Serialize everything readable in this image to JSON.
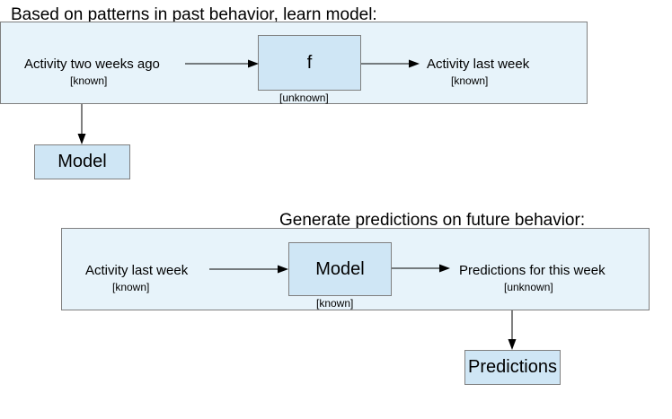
{
  "training": {
    "title": "Based on patterns in past behavior, learn model:",
    "input_label": "Activity two weeks ago",
    "input_tag": "[known]",
    "function_label": "f",
    "function_tag": "[unknown]",
    "output_label": "Activity last week",
    "output_tag": "[known]",
    "result_label": "Model"
  },
  "prediction": {
    "title": "Generate predictions on future behavior:",
    "input_label": "Activity last week",
    "input_tag": "[known]",
    "model_label": "Model",
    "model_tag": "[known]",
    "output_label": "Predictions for this week",
    "output_tag": "[unknown]",
    "result_label": "Predictions"
  },
  "colors": {
    "panel_fill": "#e7f3fa",
    "node_fill": "#cfe6f5",
    "border": "#7f7f7f",
    "arrow": "#000000"
  }
}
